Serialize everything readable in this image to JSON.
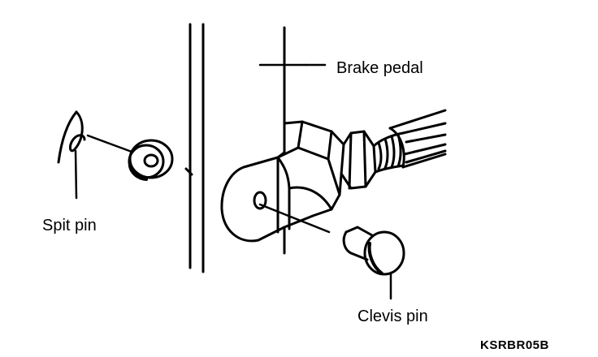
{
  "diagram": {
    "labels": {
      "brake_pedal": "Brake pedal",
      "spit_pin": "Spit pin",
      "clevis_pin": "Clevis pin"
    },
    "figure_code": "KSRBR05B"
  }
}
